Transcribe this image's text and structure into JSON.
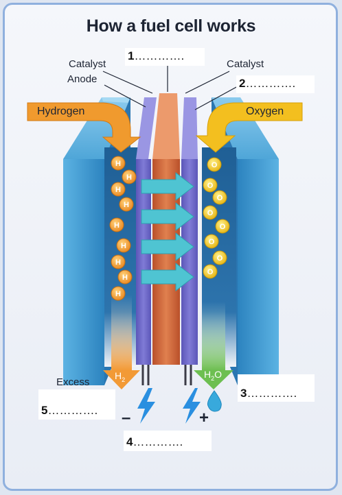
{
  "title": "How a fuel cell works",
  "labels": {
    "catalyst_left": "Catalyst",
    "anode": "Anode",
    "catalyst_right": "Catalyst",
    "hydrogen": "Hydrogen",
    "oxygen": "Oxygen",
    "excess": "Excess",
    "h2_out_main": "H",
    "h2_out_sub": "2",
    "h2o_out_a": "H",
    "h2o_out_sub": "2",
    "h2o_out_b": "O",
    "minus": "–",
    "plus": "+"
  },
  "particles": {
    "hydrogen_symbol": "H",
    "oxygen_symbol": "O"
  },
  "blanks": [
    {
      "number": "1",
      "dots": "…………."
    },
    {
      "number": "2",
      "dots": "…………."
    },
    {
      "number": "3",
      "dots": "…………."
    },
    {
      "number": "4",
      "dots": "…………."
    },
    {
      "number": "5",
      "dots": "…………."
    }
  ],
  "colors": {
    "outer_blue": "#3d9ad0",
    "anode_purple": "#6f6ac9",
    "electrolyte_orange": "#d6683a",
    "hydrogen_arrow": "#f09a2e",
    "oxygen_arrow": "#f3bf1f",
    "ion_arrow": "#4fc4d2",
    "output_green": "#7cc660",
    "lightning": "#2a8fe0"
  }
}
